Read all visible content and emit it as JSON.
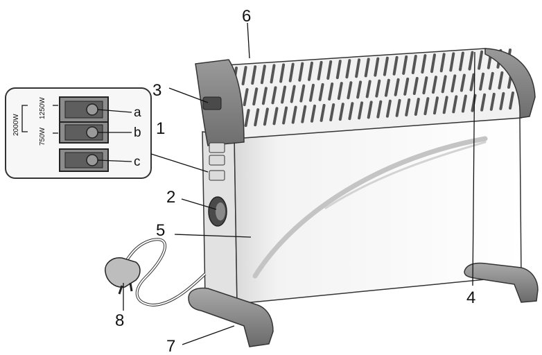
{
  "diagram": {
    "callouts": [
      "1",
      "2",
      "3",
      "4",
      "5",
      "6",
      "7",
      "8"
    ],
    "switch_letters": [
      "a",
      "b",
      "c"
    ],
    "wattages": [
      "1250W",
      "2000W",
      "750W"
    ]
  }
}
